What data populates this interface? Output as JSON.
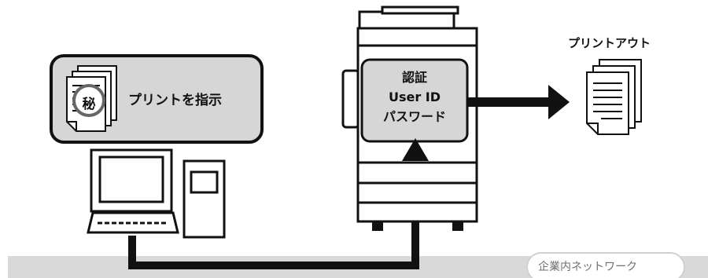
{
  "pc_instruction": {
    "label": "プリントを指示",
    "secret_mark": "秘"
  },
  "printer_auth": {
    "line1": "認証",
    "line2": "User ID",
    "line3": "パスワード"
  },
  "output": {
    "label": "プリントアウト"
  },
  "network": {
    "label": "企業内ネットワーク"
  },
  "colors": {
    "panel_gray": "#d6d6d6",
    "network_gray": "#d9d9d9",
    "stroke": "#111111"
  },
  "icons": [
    "document-stack-icon",
    "secret-stamp-icon",
    "monitor-icon",
    "keyboard-icon",
    "pc-tower-icon",
    "multifunction-printer-icon",
    "arrow-right-icon",
    "arrow-up-icon",
    "printout-stack-icon"
  ]
}
